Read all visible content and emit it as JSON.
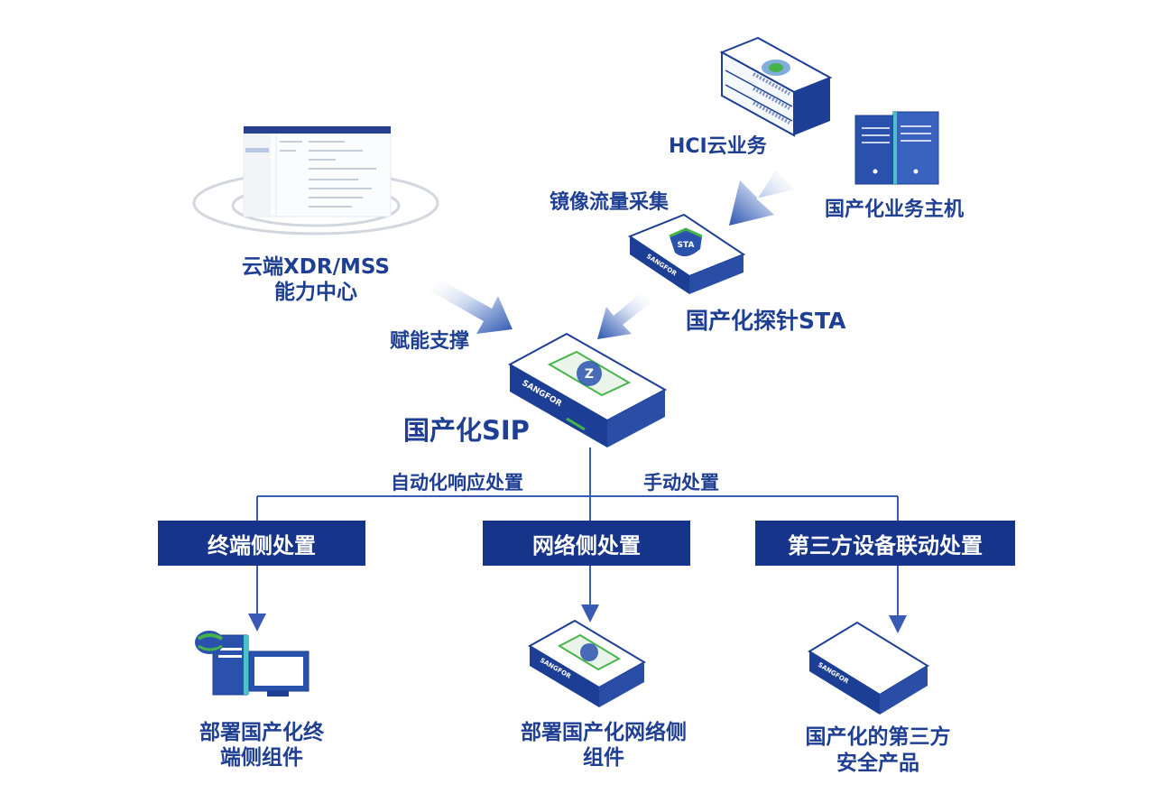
{
  "nodes": {
    "hci": "HCI云业务",
    "domestic_host": "国产化业务主机",
    "mirror_collect": "镜像流量采集",
    "cloud_xdr_line1": "云端XDR/MSS",
    "cloud_xdr_line2": "能力中心",
    "probe_sta": "国产化探针STA",
    "empower": "赋能支撑",
    "sip": "国产化SIP",
    "auto_response": "自动化响应处置",
    "manual_response": "手动处置"
  },
  "branches": [
    {
      "title": "终端侧处置",
      "result_line1": "部署国产化终",
      "result_line2": "端侧组件"
    },
    {
      "title": "网络侧处置",
      "result_line1": "部署国产化网络侧",
      "result_line2": "组件"
    },
    {
      "title": "第三方设备联动处置",
      "result_line1": "国产化的第三方",
      "result_line2": "安全产品"
    }
  ],
  "device_brand": "SANGFOR",
  "sta_badge": "STA",
  "colors": {
    "navy": "#16348a",
    "text": "#1f3f93",
    "device_side": "#1c3f95",
    "device_top": "#ffffff",
    "accent_green": "#47b54a",
    "arrow_light": "#c9d6ef",
    "arrow_dark": "#2d55b0"
  }
}
